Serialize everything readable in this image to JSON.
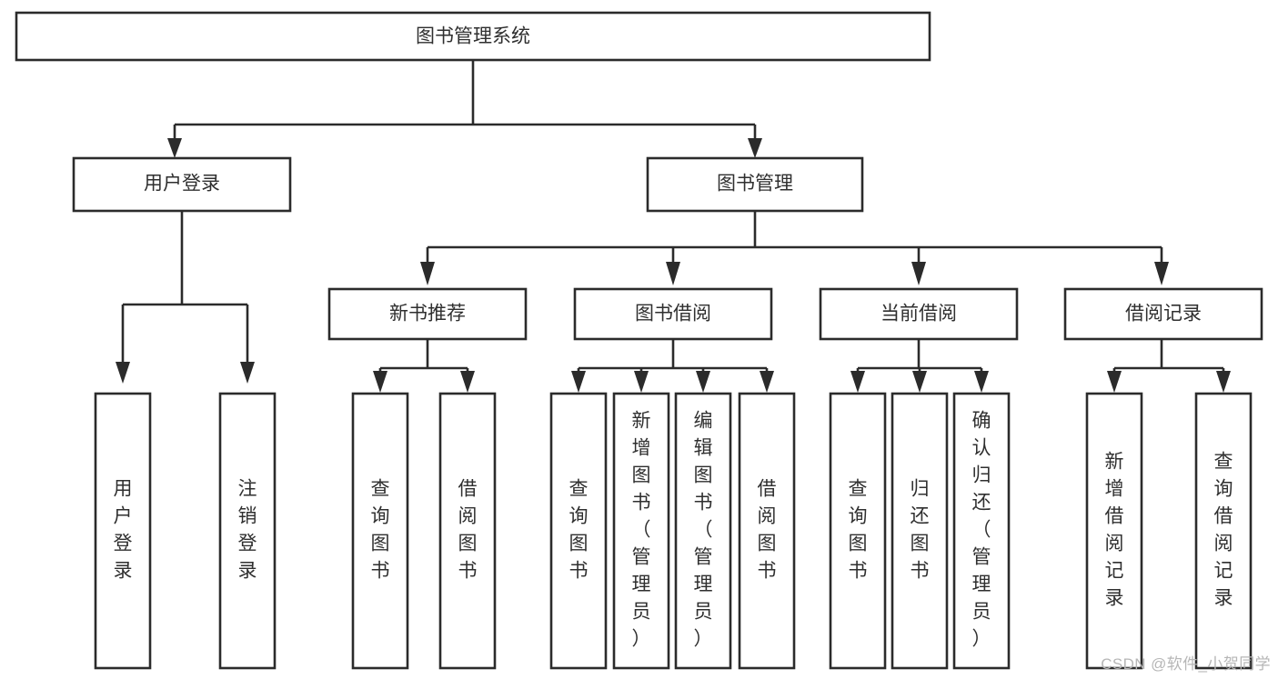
{
  "diagram": {
    "title": "图书管理系统",
    "type": "tree-hierarchy",
    "watermark": "CSDN @软件_小贺同学",
    "colors": {
      "stroke": "#2b2b2b",
      "box_fill": "#ffffff",
      "text": "#2f2f2f",
      "background": "#ffffff",
      "watermark": "#b6b6b6"
    },
    "levels": {
      "root": {
        "label": "图书管理系统"
      },
      "level2": [
        {
          "id": "user-login",
          "label": "用户登录"
        },
        {
          "id": "book-manage",
          "label": "图书管理"
        }
      ],
      "level3": [
        {
          "id": "new-book-recommend",
          "label": "新书推荐",
          "parent": "book-manage"
        },
        {
          "id": "book-borrow",
          "label": "图书借阅",
          "parent": "book-manage"
        },
        {
          "id": "current-borrow",
          "label": "当前借阅",
          "parent": "book-manage"
        },
        {
          "id": "borrow-record",
          "label": "借阅记录",
          "parent": "book-manage"
        }
      ],
      "leaves": {
        "user-login": [
          {
            "id": "leaf-user-login",
            "label": "用户登录"
          },
          {
            "id": "leaf-logout-login",
            "label": "注销登录"
          }
        ],
        "new-book-recommend": [
          {
            "id": "leaf-query-book-1",
            "label": "查询图书"
          },
          {
            "id": "leaf-borrow-book-1",
            "label": "借阅图书"
          }
        ],
        "book-borrow": [
          {
            "id": "leaf-query-book-2",
            "label": "查询图书"
          },
          {
            "id": "leaf-add-book",
            "label": "新增图书（管理员）"
          },
          {
            "id": "leaf-edit-book",
            "label": "编辑图书（管理员）"
          },
          {
            "id": "leaf-borrow-book-2",
            "label": "借阅图书"
          }
        ],
        "current-borrow": [
          {
            "id": "leaf-query-book-3",
            "label": "查询图书"
          },
          {
            "id": "leaf-return-book",
            "label": "归还图书"
          },
          {
            "id": "leaf-confirm-return",
            "label": "确认归还（管理员）"
          }
        ],
        "borrow-record": [
          {
            "id": "leaf-add-record",
            "label": "新增借阅记录"
          },
          {
            "id": "leaf-query-record",
            "label": "查询借阅记录"
          }
        ]
      }
    }
  }
}
